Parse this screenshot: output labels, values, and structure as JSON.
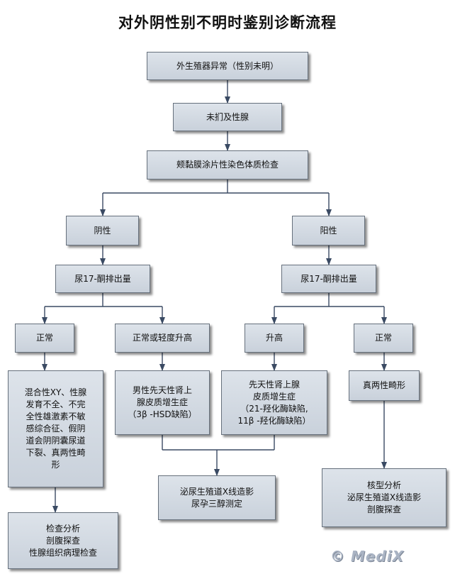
{
  "title": "对外阴性别不明时鉴别诊断流程",
  "nodes": {
    "start": "外生殖器异常（性别未明）",
    "no_gonad": "未扪及性腺",
    "smear": "颊黏膜涂片性染色体质检查",
    "negative": "阴性",
    "positive": "阳性",
    "k17_left": "尿17-酮排出量",
    "k17_right": "尿17-酮排出量",
    "normal_left": "正常",
    "normal_mild_high": "正常或轻度升高",
    "high": "升高",
    "normal_right": "正常",
    "mixed_dx": "混合性XY、性腺\n发育不全、不完\n全性雄激素不敏\n感综合征、假阴\n道会阴阴囊尿道\n下裂、真两性畸\n形",
    "male_cah": "男性先天性肾上\n腺皮质增生症\n（3β -HSD缺陷）",
    "female_cah": "先天性肾上腺\n皮质增生症\n（21-羟化酶缺陷,\n11β -羟化酶缺陷）",
    "true_herm": "真两性畸形",
    "exam_left": "检查分析\n剖腹探查\n性腺组织病理检查",
    "urogenital": "泌尿生殖道X线造影\n尿孕三醇测定",
    "karyotype": "核型分析\n泌尿生殖道X线造影\n剖腹探查"
  },
  "watermark": "© MediX"
}
